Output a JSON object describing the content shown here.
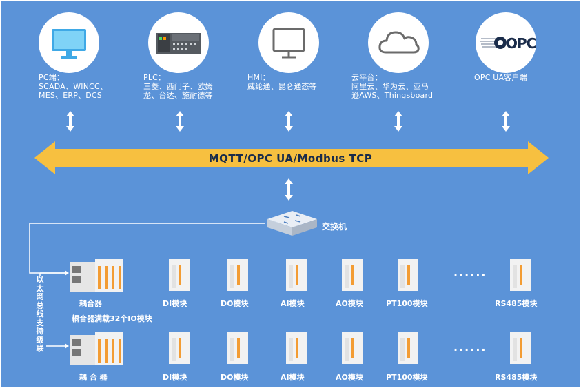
{
  "clients": [
    {
      "icon": "monitor-icon",
      "label": "PC端：\nSCADA、WINCC、\nMES、ERP、DCS"
    },
    {
      "icon": "plc-icon",
      "label": "PLC：\n三菱、西门子、欧姆\n龙、台达、施耐德等"
    },
    {
      "icon": "hmi-screen-icon",
      "label": "HMI：\n威纶通、昆仑通态等"
    },
    {
      "icon": "cloud-icon",
      "label": "云平台：\n阿里云、华为云、亚马\n逊AWS、Thingsboard"
    },
    {
      "icon": "opc-logo-icon",
      "label": "OPC UA客户端",
      "logo_text": "OPC"
    }
  ],
  "bus": {
    "label": "MQTT/OPC UA/Modbus TCP"
  },
  "switch": {
    "label": "交换机"
  },
  "ethernet_cascade": {
    "label": "以太网总线支持级联"
  },
  "row1": {
    "coupler": "耦合器",
    "modules": [
      "DI模块",
      "DO模块",
      "AI模块",
      "AO模块",
      "PT100模块",
      "RS485模块"
    ],
    "ellipsis": "......"
  },
  "row2": {
    "coupler": "耦 合 器",
    "modules": [
      "DI模块",
      "DO模块",
      "AI模块",
      "AO模块",
      "PT100模块",
      "RS485模块"
    ],
    "ellipsis": "......"
  },
  "capacity_note": "耦合器满载32个IO模块",
  "colors": {
    "background": "#5b93d8",
    "bus_arrow": "#f7c040",
    "label_dark": "#1a2c4a"
  }
}
